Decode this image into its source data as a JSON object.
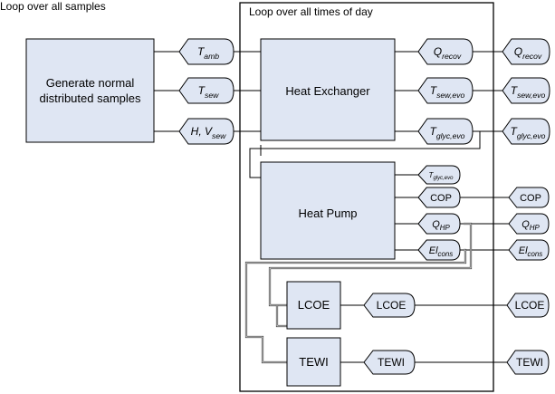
{
  "outer_loop": {
    "label": "Loop over all samples"
  },
  "inner_loop": {
    "label": "Loop over all times of day"
  },
  "blocks": {
    "generate": {
      "line1": "Generate normal",
      "line2": "distributed samples"
    },
    "heat_exchanger": {
      "label": "Heat Exchanger"
    },
    "heat_pump": {
      "label": "Heat Pump"
    },
    "lcoe": {
      "label": "LCOE"
    },
    "tewi": {
      "label": "TEWI"
    }
  },
  "signals": {
    "t_amb": {
      "base": "T",
      "sub": "amb"
    },
    "t_sew": {
      "base": "T",
      "sub": "sew"
    },
    "h_v_sew": {
      "base": "H, V",
      "sub": "sew"
    },
    "q_recov": {
      "base": "Q",
      "sub": "recov"
    },
    "t_sew_evo": {
      "base": "T",
      "sub": "sew,evo"
    },
    "t_glyc_evo": {
      "base": "T",
      "sub": "glyc,evo"
    },
    "t_glyc_evo_hp": {
      "base": "T",
      "sub": "glyc,evo"
    },
    "cop": {
      "base": "COP",
      "sub": ""
    },
    "q_hp": {
      "base": "Q",
      "sub": "HP"
    },
    "el_cons": {
      "base": "El",
      "sub": "cons"
    },
    "lcoe": {
      "base": "LCOE",
      "sub": ""
    },
    "tewi": {
      "base": "TEWI",
      "sub": ""
    }
  }
}
